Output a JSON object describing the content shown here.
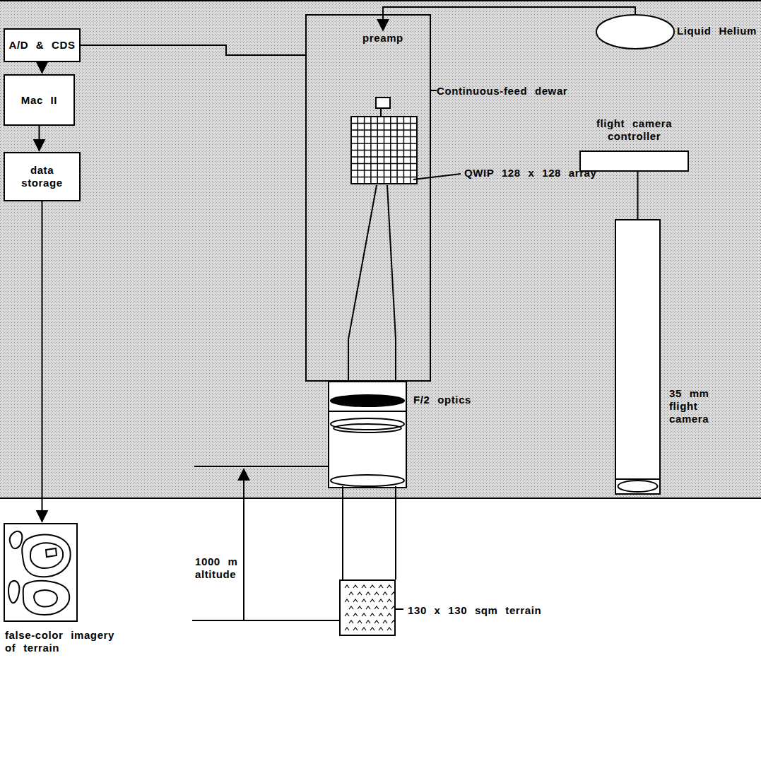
{
  "diagram": {
    "nodes": [
      {
        "text": [
          "A/D & CDS"
        ]
      },
      {
        "text": [
          "Mac II"
        ]
      },
      {
        "text": [
          "data storage"
        ]
      },
      {
        "text": [
          "Liquid Helium"
        ]
      },
      {
        "text": [
          "Continuous-feed dewar"
        ]
      },
      {
        "text": [
          "preamp"
        ],
        "in": 4
      },
      {
        "text": [
          "flight camera controller"
        ]
      },
      {
        "text": [
          "35 mm flight camera"
        ]
      },
      {
        "text": [
          "false-color imagery of terrain"
        ]
      },
      {
        "text": [
          "130 x 130 sqm terrain"
        ]
      }
    ],
    "edges": [
      {
        "from": 0,
        "to": 1,
        "arrow": "to"
      },
      {
        "from": 1,
        "to": 2,
        "arrow": "to"
      },
      {
        "from": 2,
        "to": 8,
        "arrow": "to"
      },
      {
        "from": 4,
        "to": 0,
        "arrow": "none"
      },
      {
        "from": 3,
        "to": 5,
        "arrow": "to"
      },
      {
        "from": 6,
        "to": 7,
        "arrow": "none"
      }
    ],
    "labels": [
      "QWIP 128 x 128 array",
      "F/2 optics",
      "1000 m altitude"
    ]
  }
}
